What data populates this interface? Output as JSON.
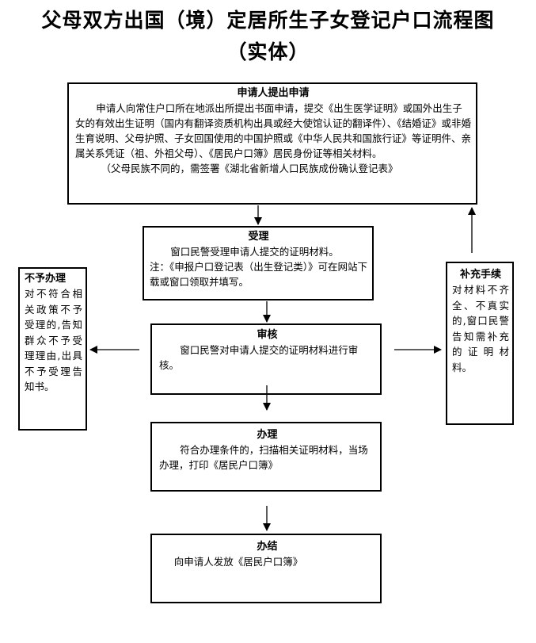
{
  "title": {
    "line1": "父母双方出国（境）定居所生子女登记户口流程图",
    "line2": "（实体）"
  },
  "steps": {
    "apply": {
      "heading": "申请人提出申请",
      "body": "申请人向常住户口所在地派出所提出书面申请，提交《出生医学证明》或国外出生子女的有效出生证明（国内有翻译资质机构出具或经大使馆认证的翻译件）、《结婚证》或非婚生育说明、父母护照、子女回国使用的中国护照或《中华人民共和国旅行证》等证明件、亲属关系凭证（祖、外祖父母）、《居民户口簿》居民身份证等相关材料。",
      "note": "（父母民族不同的，需签署《湖北省新增人口民族成份确认登记表》"
    },
    "accept": {
      "heading": "受理",
      "body": "窗口民警受理申请人提交的证明材料。",
      "note": "注：《申报户口登记表（出生登记类）》可在网站下载或窗口领取并填写。"
    },
    "review": {
      "heading": "审核",
      "body": "窗口民警对申请人提交的证明材料进行审核。"
    },
    "process": {
      "heading": "办理",
      "body": "符合办理条件的，扫描相关证明材料，当场办理，打印《居民户口簿》"
    },
    "complete": {
      "heading": "办结",
      "body": "向申请人发放《居民户口簿》"
    },
    "reject": {
      "heading": "不予办理",
      "body": "对不符合相关政策不予受理的,告知群众不予受理理由,出具不予受理告知书。"
    },
    "supplement": {
      "heading": "补充手续",
      "body": "对材料不齐全、不真实的,窗口民警告知需补充的证明材料。"
    }
  }
}
